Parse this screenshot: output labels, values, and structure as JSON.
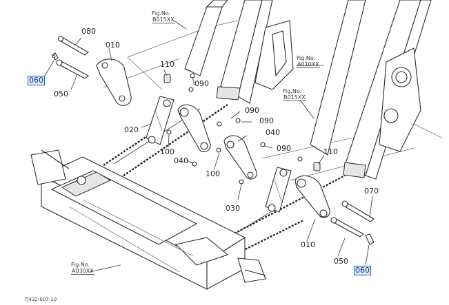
{
  "parts": {
    "p080": "080",
    "p010_top": "010",
    "p060_top": "060",
    "p050_top": "050",
    "p110_top": "110",
    "p090_a": "090",
    "p020": "020",
    "p090_b": "090",
    "p090_c": "090",
    "p040_right": "040",
    "p100_a": "100",
    "p040_left": "040",
    "p090_d": "090",
    "p100_b": "100",
    "p110_right": "110",
    "p030": "030",
    "p070": "070",
    "p010_bottom": "010",
    "p050_bottom": "050",
    "p060_bottom": "060"
  },
  "figures": {
    "fig_label": "Fig.No.",
    "b015_top": "B015XX",
    "a010": "A010XX",
    "b015_right": "B015XX",
    "a030": "A030XX"
  },
  "footer": {
    "code": "7J432-007-10"
  },
  "highlight_color": "#1f5fbf"
}
